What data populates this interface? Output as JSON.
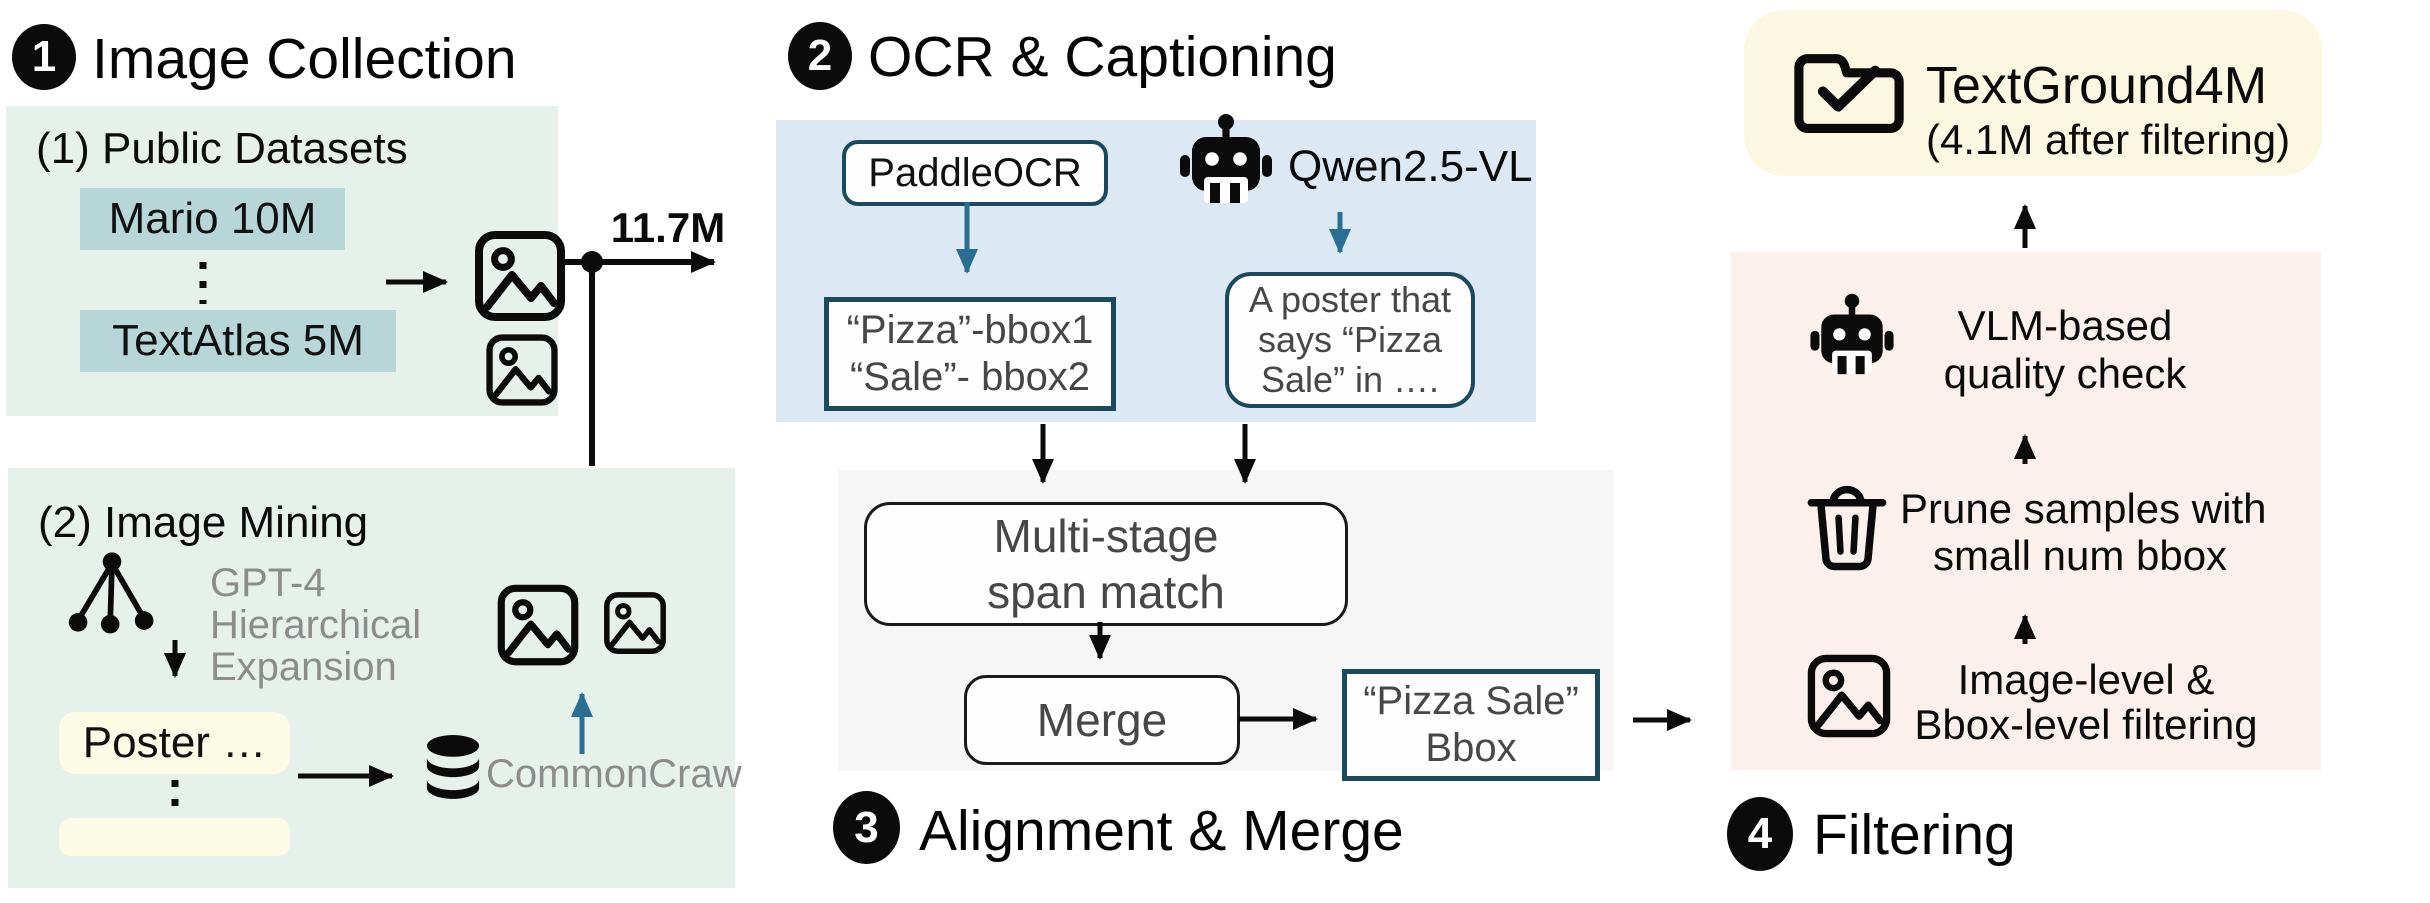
{
  "colors": {
    "panel_green": "#e7f1ec",
    "panel_blue": "#dce8f3",
    "panel_gray": "#f6f6f6",
    "panel_pink": "#fcf0ec",
    "result_yellow": "#fcf7e1",
    "chip_teal": "#b6d6d7",
    "query_cream": "#fbfbe6",
    "border_teal": "#1b4a5e",
    "arrow_blue": "#2b6e94",
    "arrow_black": "#0b0b0b",
    "muted_text": "#8c8c8c",
    "box_text": "#474747"
  },
  "icons": {
    "image-icon": "picture frame with circle and mountains",
    "robot-icon": "robot head (VLM model)",
    "database-icon": "stacked disks database",
    "trash-icon": "trash can",
    "folder-check-icon": "folder with check mark",
    "tree-icon": "hierarchy tree of dots"
  },
  "headers": {
    "s1": {
      "num": "1",
      "title": "Image Collection"
    },
    "s2": {
      "num": "2",
      "title": "OCR & Captioning"
    },
    "s3": {
      "num": "3",
      "title": "Alignment & Merge"
    },
    "s4": {
      "num": "4",
      "title": "Filtering"
    }
  },
  "public_datasets": {
    "label": "(1) Public Datasets",
    "datasets": [
      "Mario 10M",
      "TextAtlas 5M"
    ]
  },
  "flow": {
    "count_label": "11.7M"
  },
  "image_mining": {
    "label": "(2) Image Mining",
    "method_lines": [
      "GPT-4",
      "Hierarchical",
      "Expansion"
    ],
    "query": "Poster …",
    "source": "CommonCraw"
  },
  "ocr_captioning": {
    "ocr_engine": "PaddleOCR",
    "vlm": "Qwen2.5-VL",
    "ocr_output_lines": [
      "“Pizza”-bbox1",
      "“Sale”- bbox2"
    ],
    "caption_lines": [
      "A poster that",
      "says “Pizza",
      "Sale” in …."
    ]
  },
  "alignment": {
    "span_match_lines": [
      "Multi-stage",
      "span match"
    ],
    "merge_label": "Merge",
    "output_lines": [
      "“Pizza Sale”",
      "Bbox"
    ]
  },
  "filtering": {
    "steps": [
      {
        "lines": [
          "VLM-based",
          "quality check"
        ]
      },
      {
        "lines": [
          "Prune samples with",
          "small num bbox"
        ]
      },
      {
        "lines": [
          "Image-level &",
          "Bbox-level filtering"
        ]
      }
    ]
  },
  "result": {
    "name": "TextGround4M",
    "subtitle": "(4.1M after filtering)"
  }
}
